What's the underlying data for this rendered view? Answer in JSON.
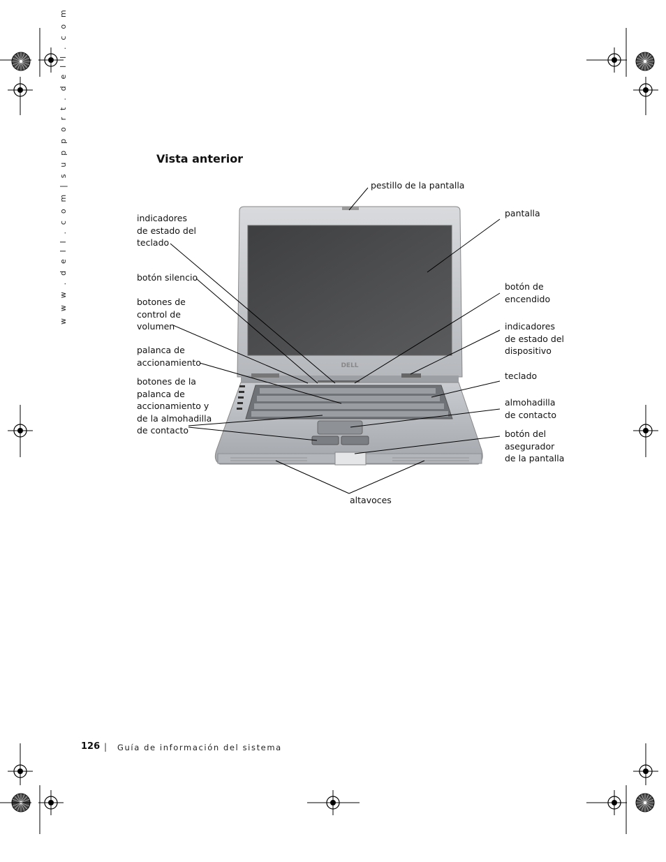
{
  "side_url": "w w w . d e l l . c o m   |   s u p p o r t . d e l l . c o m",
  "section_title": "Vista anterior",
  "labels": {
    "display_latch": "pestillo de la pantalla",
    "display": "pantalla",
    "keyboard_status_lights": "indicadores\nde estado del\nteclado",
    "mute_button": "botón silencio",
    "volume_buttons": "botones de\ncontrol de\nvolumen",
    "track_stick": "palanca de\naccionamiento",
    "track_buttons": "botones de la\npalanca de\naccionamiento y\nde la almohadilla\nde contacto",
    "power_button": "botón de\nencendido",
    "device_status_lights": "indicadores\nde estado del\ndispositivo",
    "keyboard": "teclado",
    "touch_pad": "almohadilla\nde contacto",
    "display_latch_button": "botón del\nasegurador\nde la pantalla",
    "speakers": "altavoces"
  },
  "laptop_logo": "DELL",
  "footer": {
    "page_number": "126",
    "separator": "|",
    "text": "Guía de información del sistema"
  }
}
